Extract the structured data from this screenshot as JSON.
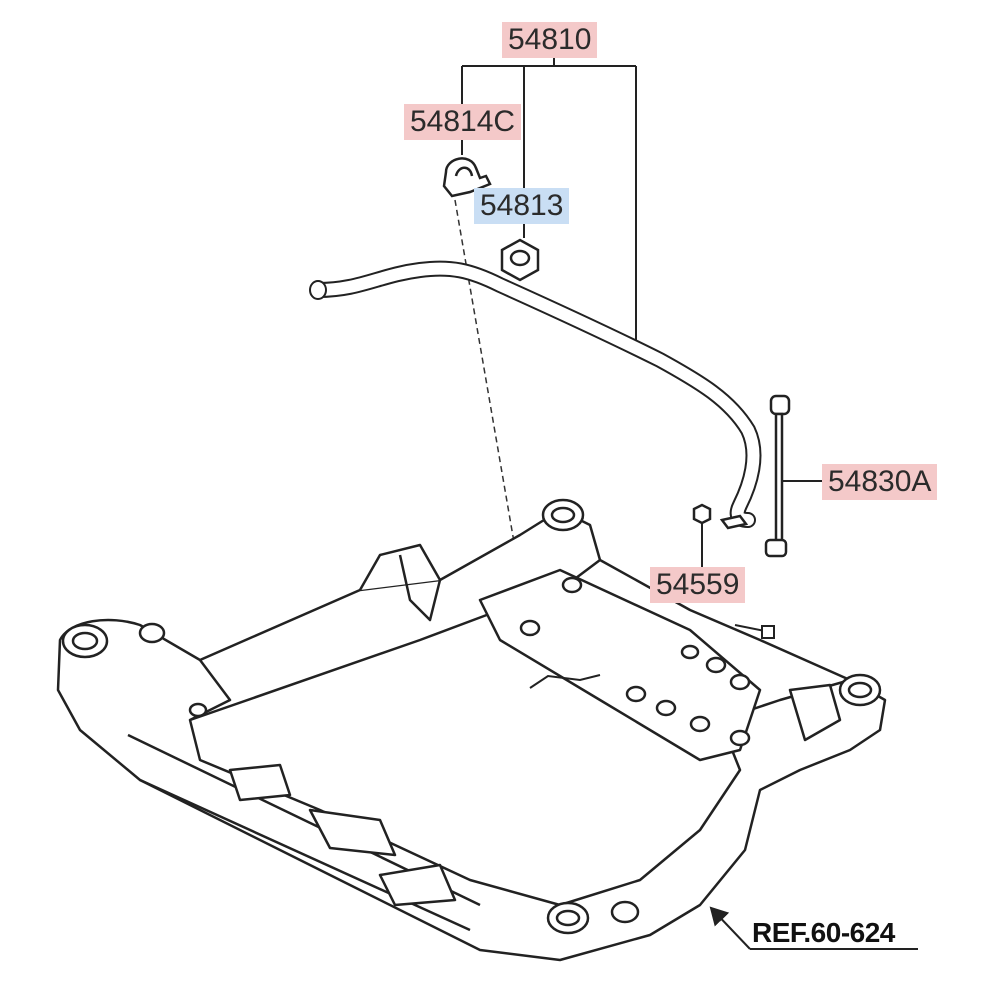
{
  "labels": {
    "assembly": "54810",
    "bracket": "54814C",
    "bushing": "54813",
    "link": "54830A",
    "nut": "54559"
  },
  "reference": "REF.60-624",
  "colors": {
    "callout_red": "#f4c9c9",
    "callout_blue": "#c9def4",
    "line": "#222222"
  }
}
